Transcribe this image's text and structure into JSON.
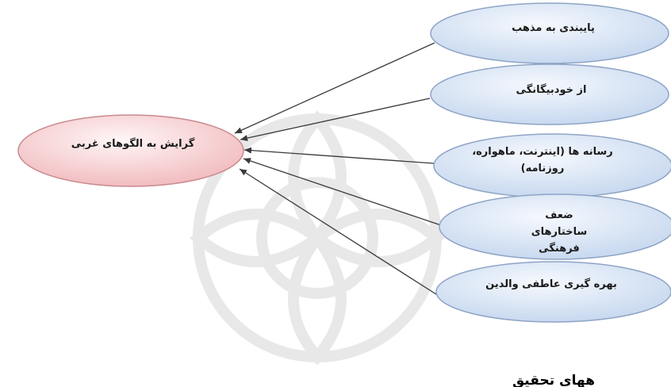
{
  "diagram": {
    "target": {
      "label": "گرایش به الگوهای غربی"
    },
    "sources": [
      {
        "label": "پایبندی به مذهب"
      },
      {
        "label": "از خودبیگانگی"
      },
      {
        "label": "رسانه ها (اینترنت، ماهواره، روزنامه)"
      },
      {
        "label": "ضعف ساختارهای فرهنگی"
      },
      {
        "label": "بهره گیری عاطفی والدین"
      }
    ],
    "colors": {
      "target_fill": "#f2c4c6",
      "target_stroke": "#c98a8e",
      "source_fill": "#d6e2f2",
      "source_stroke": "#8ea4c6",
      "arrow": "#3a3a3a",
      "watermark": "#e8e8e8"
    }
  },
  "footer": {
    "caption": "ههای تحقیق"
  }
}
